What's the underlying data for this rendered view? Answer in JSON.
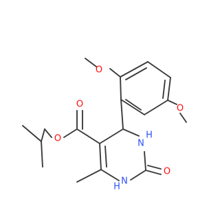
{
  "molecule": {
    "atoms": [
      {
        "id": "o_top_methoxy",
        "symbol": "O",
        "color": "#ff0d0d"
      },
      {
        "id": "o_right_methoxy",
        "symbol": "O",
        "color": "#ff0d0d"
      },
      {
        "id": "o_ester_carbonyl",
        "symbol": "O",
        "color": "#ff0d0d"
      },
      {
        "id": "o_ester_ether",
        "symbol": "O",
        "color": "#ff0d0d"
      },
      {
        "id": "nh_upper",
        "symbol": "H",
        "subsymbol": "N",
        "color": "#3050f8"
      },
      {
        "id": "nh_lower",
        "symbol": "H",
        "subsymbol": "N",
        "color": "#3050f8"
      },
      {
        "id": "o_urea",
        "symbol": "O",
        "color": "#ff0d0d"
      }
    ],
    "bond_color": "#3a3a3a"
  }
}
